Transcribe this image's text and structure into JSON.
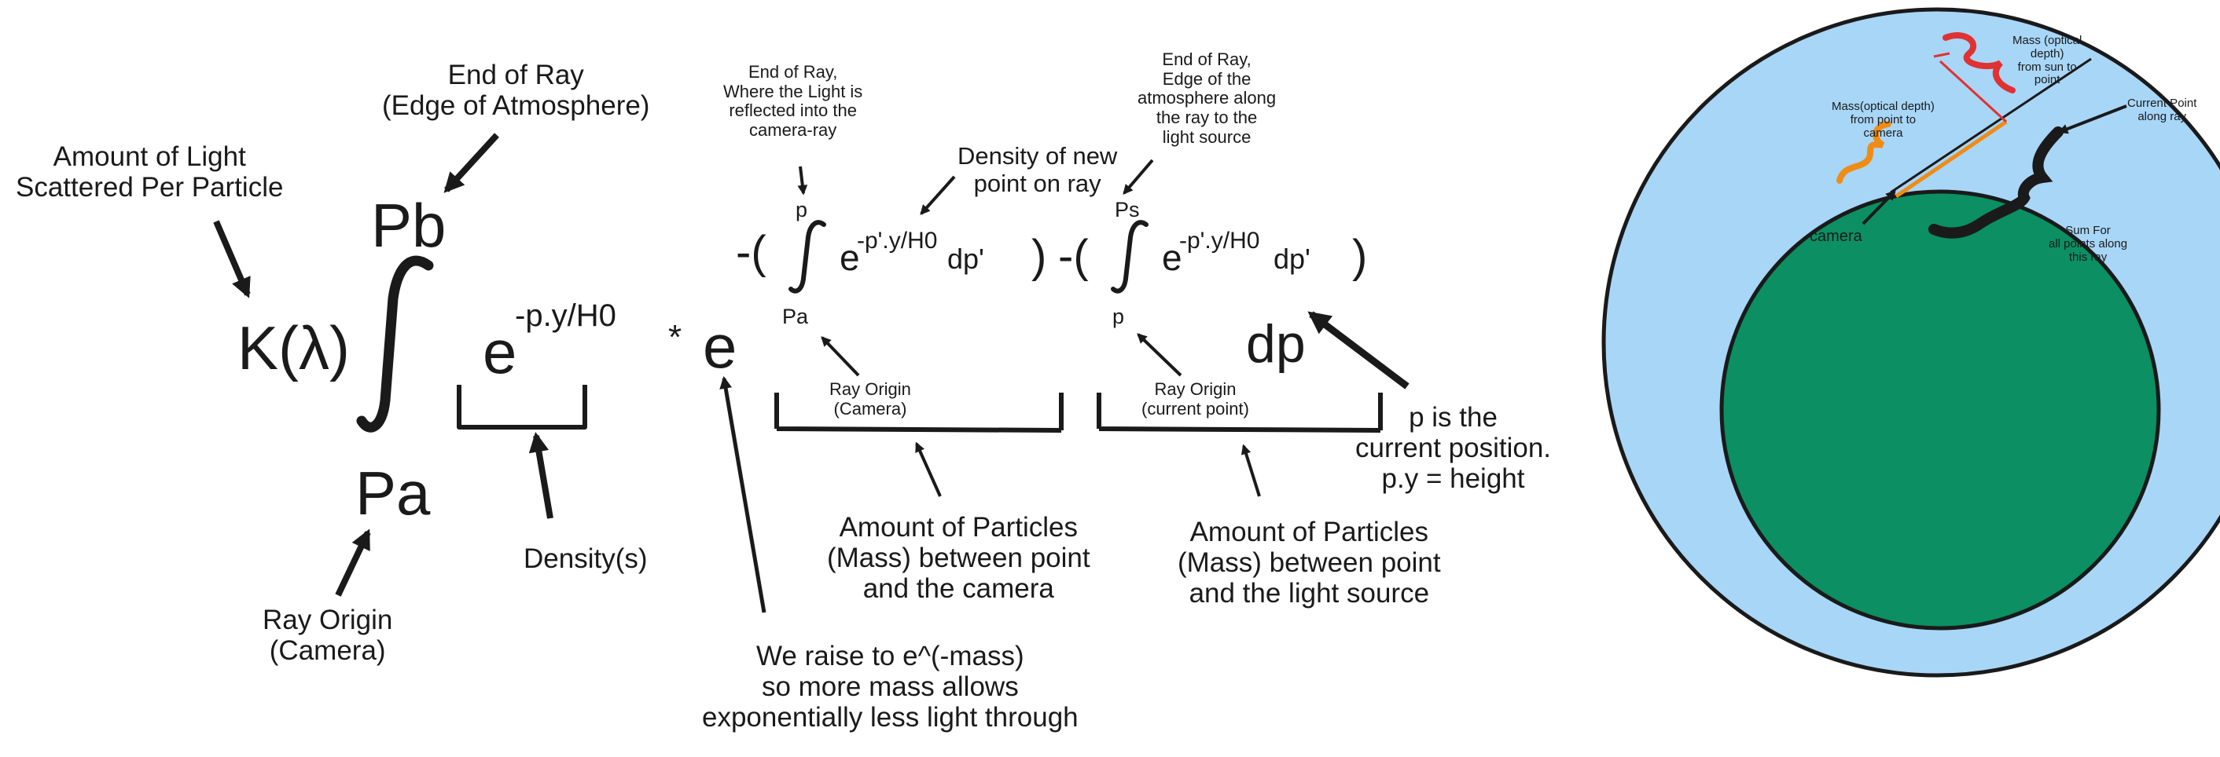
{
  "formula": {
    "k_lambda": "K(λ)",
    "outer_upper": "Pb",
    "outer_lower": "Pa",
    "density_base": "e",
    "density_exp": "-p.y/H0",
    "times": "*",
    "transmit_base": "e",
    "group1": {
      "open": "-(",
      "upper": "p",
      "lower": "Pa",
      "base": "e",
      "exp": "-p'.y/H0",
      "diff": "dp'",
      "close": ")"
    },
    "group2": {
      "open": "-(",
      "upper": "Ps",
      "lower": "p",
      "base": "e",
      "exp": "-p'.y/H0",
      "diff": "dp'",
      "close": ")"
    },
    "outer_diff": "dp"
  },
  "annotations": {
    "scattered": "Amount of Light\nScattered Per Particle",
    "end_of_ray": "End of Ray\n(Edge of Atmosphere)",
    "ray_origin_camera": "Ray Origin\n(Camera)",
    "densities": "Density(s)",
    "exp_note": "We raise to e^(-mass)\nso more mass allows\nexponentially less light through",
    "end_ray_reflect": "End of Ray,\nWhere the Light is\nreflected into the\ncamera-ray",
    "density_new_point": "Density of new\npoint on ray",
    "end_ray_atmosphere": "End of Ray,\nEdge of the\natmosphere along\nthe ray to the\nlight source",
    "ray_origin_camera_small": "Ray Origin\n(Camera)",
    "ray_origin_current_small": "Ray Origin\n(current point)",
    "particles_camera": "Amount of Particles\n(Mass) between point\nand the camera",
    "particles_light": "Amount of Particles\n(Mass) between point\nand the light source",
    "p_position": "p is the\ncurrent position.\np.y = height"
  },
  "planet_diagram": {
    "mass_sun": "Mass (optical\ndepth)\nfrom sun to\npoint",
    "current_point": "Current Point\nalong ray",
    "mass_camera": "Mass(optical depth)\nfrom point to\ncamera",
    "camera": "camera",
    "sum_for": "Sum For\nall points along\nthis ray",
    "colors": {
      "atmosphere": "#a8d6f7",
      "planet": "#0b8f63",
      "sun_mass_brace": "#e03232",
      "camera_mass_brace": "#f08c14",
      "outline": "#1a1a1a"
    }
  }
}
